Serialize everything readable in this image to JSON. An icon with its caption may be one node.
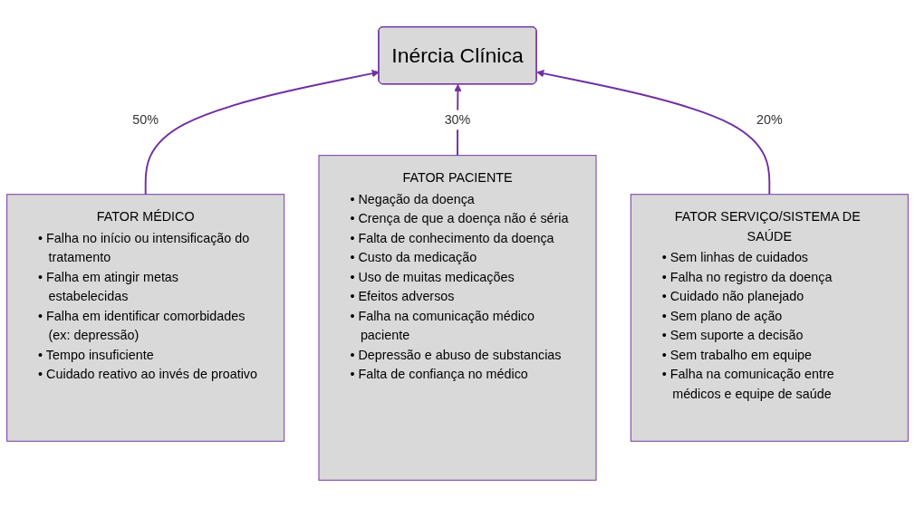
{
  "diagram": {
    "nodes": [
      {
        "text": [
          "Inércia Clínica"
        ]
      },
      {
        "text": [
          "FATOR MÉDICO",
          "• Falha no início ou intensificação do tratamento",
          "• Falha em atingir metas estabelecidas",
          "• Falha em identificar comorbidades (ex: depressão)",
          "• Tempo insuficiente",
          "• Cuidado reativo ao invés de proativo"
        ]
      },
      {
        "text": [
          "FATOR PACIENTE",
          "• Negação da doença",
          "• Crença de que a doença não é séria",
          "• Falta de conhecimento da doença",
          "• Custo da medicação",
          "• Uso de muitas medicações",
          "• Efeitos adversos",
          "• Falha na comunicação médico paciente",
          "• Depressão e abuso de substancias",
          "• Falta de confiança no médico"
        ]
      },
      {
        "text": [
          "FATOR SERVIÇO/SISTEMA DE SAÚDE",
          "• Sem linhas de cuidados",
          "• Falha no registro da doença",
          "• Cuidado não planejado",
          "• Sem plano de ação",
          "• Sem suporte a decisão",
          "• Sem trabalho em equipe",
          "• Falha na comunicação entre médicos e equipe de saúde"
        ]
      }
    ],
    "edges": [
      {
        "from": 1,
        "to": 0,
        "arrow": "to",
        "label": "50%"
      },
      {
        "from": 2,
        "to": 0,
        "arrow": "to",
        "label": "30%"
      },
      {
        "from": 3,
        "to": 0,
        "arrow": "to",
        "label": "20%"
      }
    ]
  }
}
